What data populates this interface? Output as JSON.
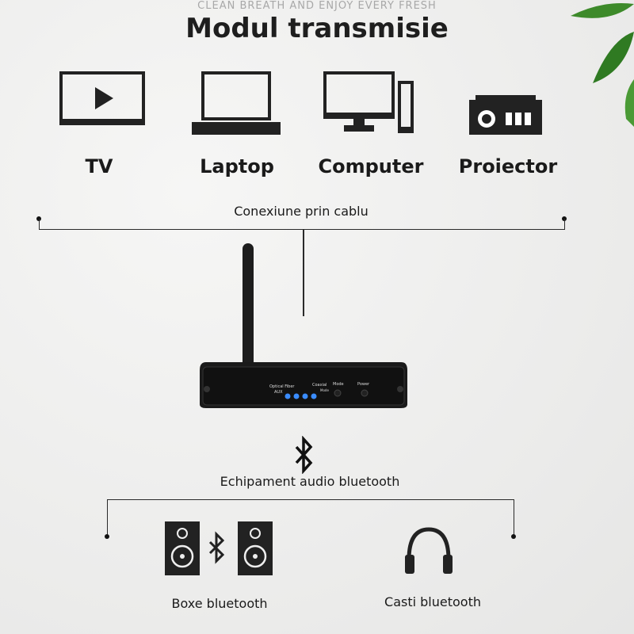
{
  "tagline": "CLEAN BREATH AND ENJOY EVERY FRESH",
  "title": "Modul transmisie",
  "sources": [
    {
      "label": "TV",
      "icon": "tv-icon"
    },
    {
      "label": "Laptop",
      "icon": "laptop-icon"
    },
    {
      "label": "Computer",
      "icon": "computer-icon"
    },
    {
      "label": "Proiector",
      "icon": "projector-icon"
    }
  ],
  "cable_label": "Conexiune prin cablu",
  "device": {
    "labels": {
      "optical": "Optical Fiber",
      "aux": "AUX",
      "coaxial": "Coaxial",
      "mode_small": "Mode",
      "mode": "Mode",
      "power": "Power"
    },
    "led_color": "#3a8cff"
  },
  "bluetooth_label": "Echipament audio bluetooth",
  "outputs": [
    {
      "label": "Boxe bluetooth",
      "icon": "speakers-icon"
    },
    {
      "label": "Casti bluetooth",
      "icon": "headphones-icon"
    }
  ]
}
